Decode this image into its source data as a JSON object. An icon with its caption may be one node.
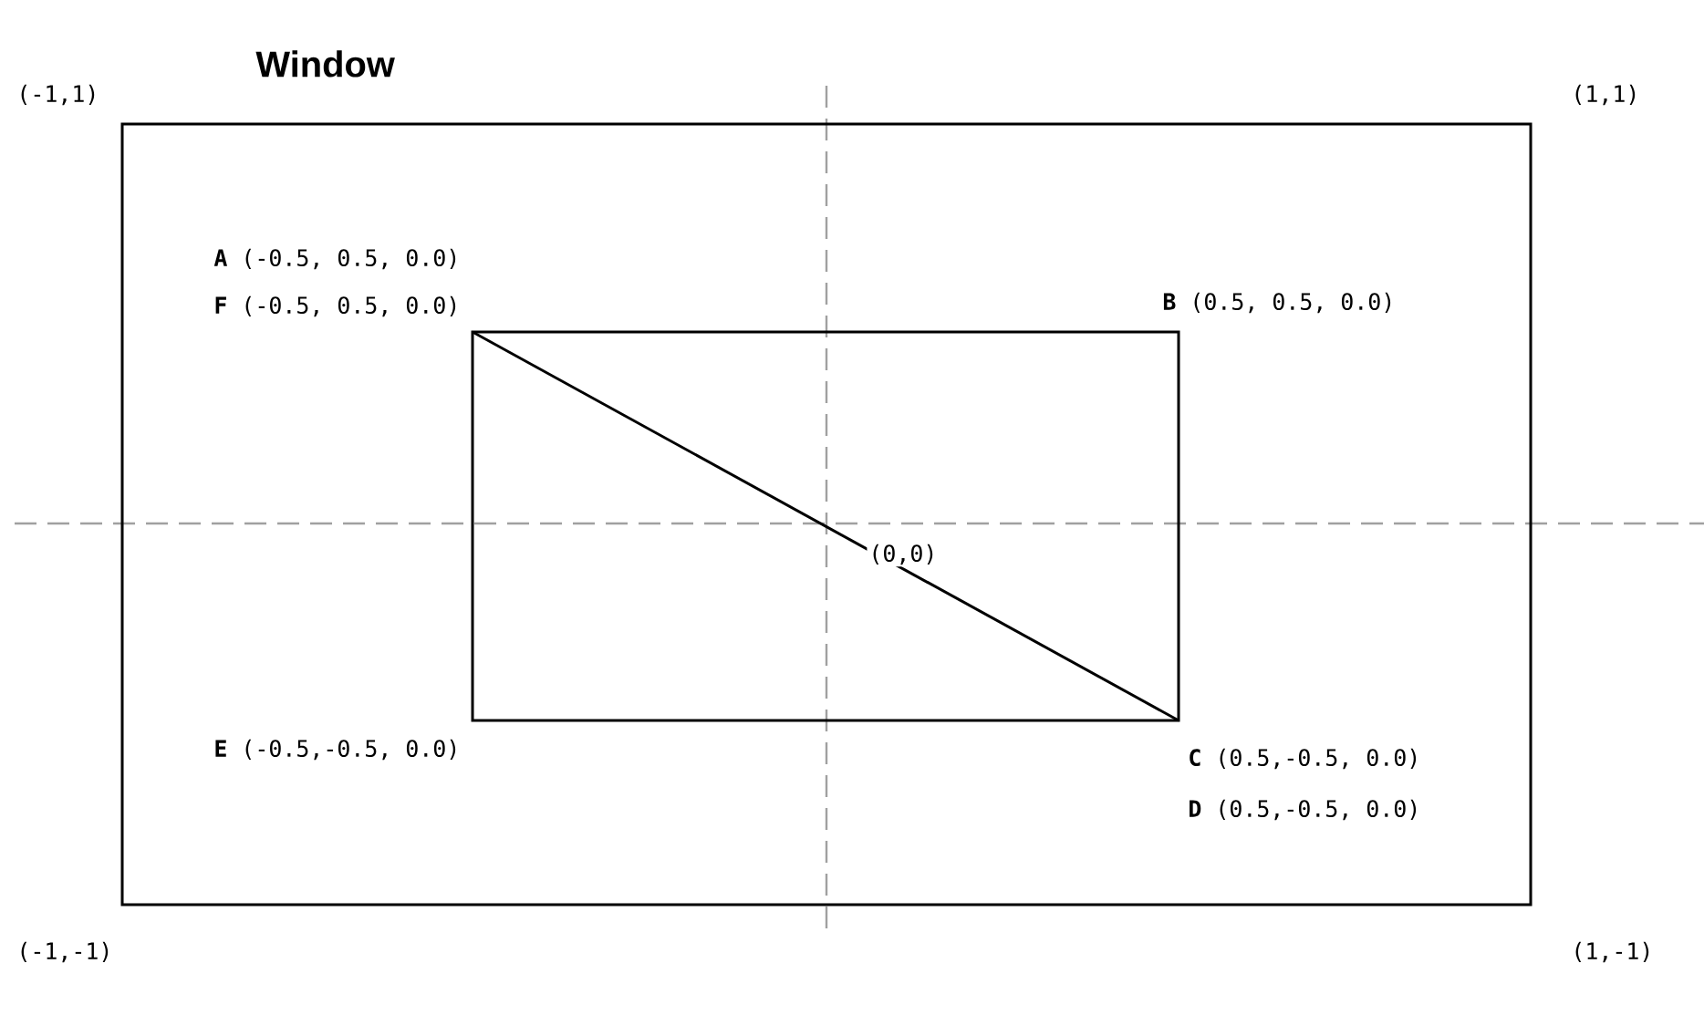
{
  "diagram": {
    "nodes": [
      {
        "text": [
          "Window"
        ]
      },
      {
        "text": [],
        "shape": "box",
        "in": 0
      }
    ],
    "labels": [
      "(-1,1)",
      "(1,1)",
      "**A** (-0.5, 0.5, 0.0)",
      "**F** (-0.5, 0.5, 0.0)",
      "**B** (0.5, 0.5, 0.0)",
      "(0,0)",
      "**E** (-0.5,-0.5, 0.0)",
      "**C** (0.5,-0.5, 0.0)",
      "**D** (0.5,-0.5, 0.0)",
      "(-1,-1)",
      "(1,-1)"
    ]
  }
}
